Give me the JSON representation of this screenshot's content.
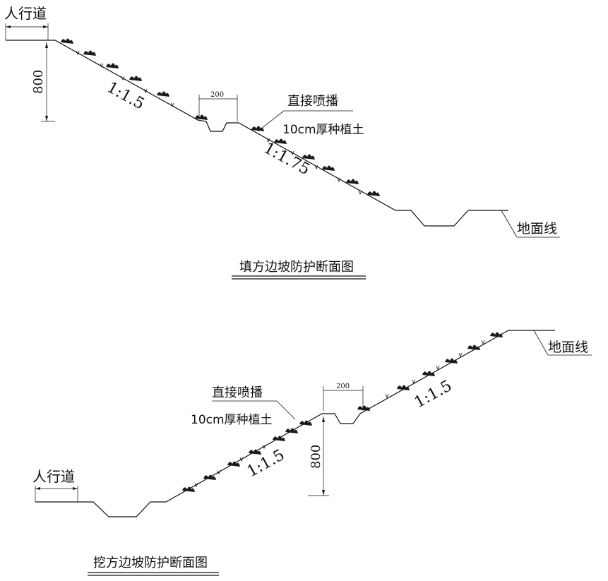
{
  "fill_section": {
    "title": "填方边坡防护断面图",
    "sidewalk": "人行道",
    "height_dim": "800",
    "slope_upper": "1:1.5",
    "slope_lower": "1:1.75",
    "berm_dim": "200",
    "note_line1": "直接喷播",
    "note_line2": "10cm厚种植土",
    "ground_line": "地面线"
  },
  "cut_section": {
    "title": "挖方边坡防护断面图",
    "sidewalk": "人行道",
    "height_dim": "800",
    "slope_lower": "1:1.5",
    "slope_upper": "1:1.5",
    "berm_dim": "200",
    "note_line1": "直接喷播",
    "note_line2": "10cm厚种植土",
    "ground_line": "地面线"
  }
}
